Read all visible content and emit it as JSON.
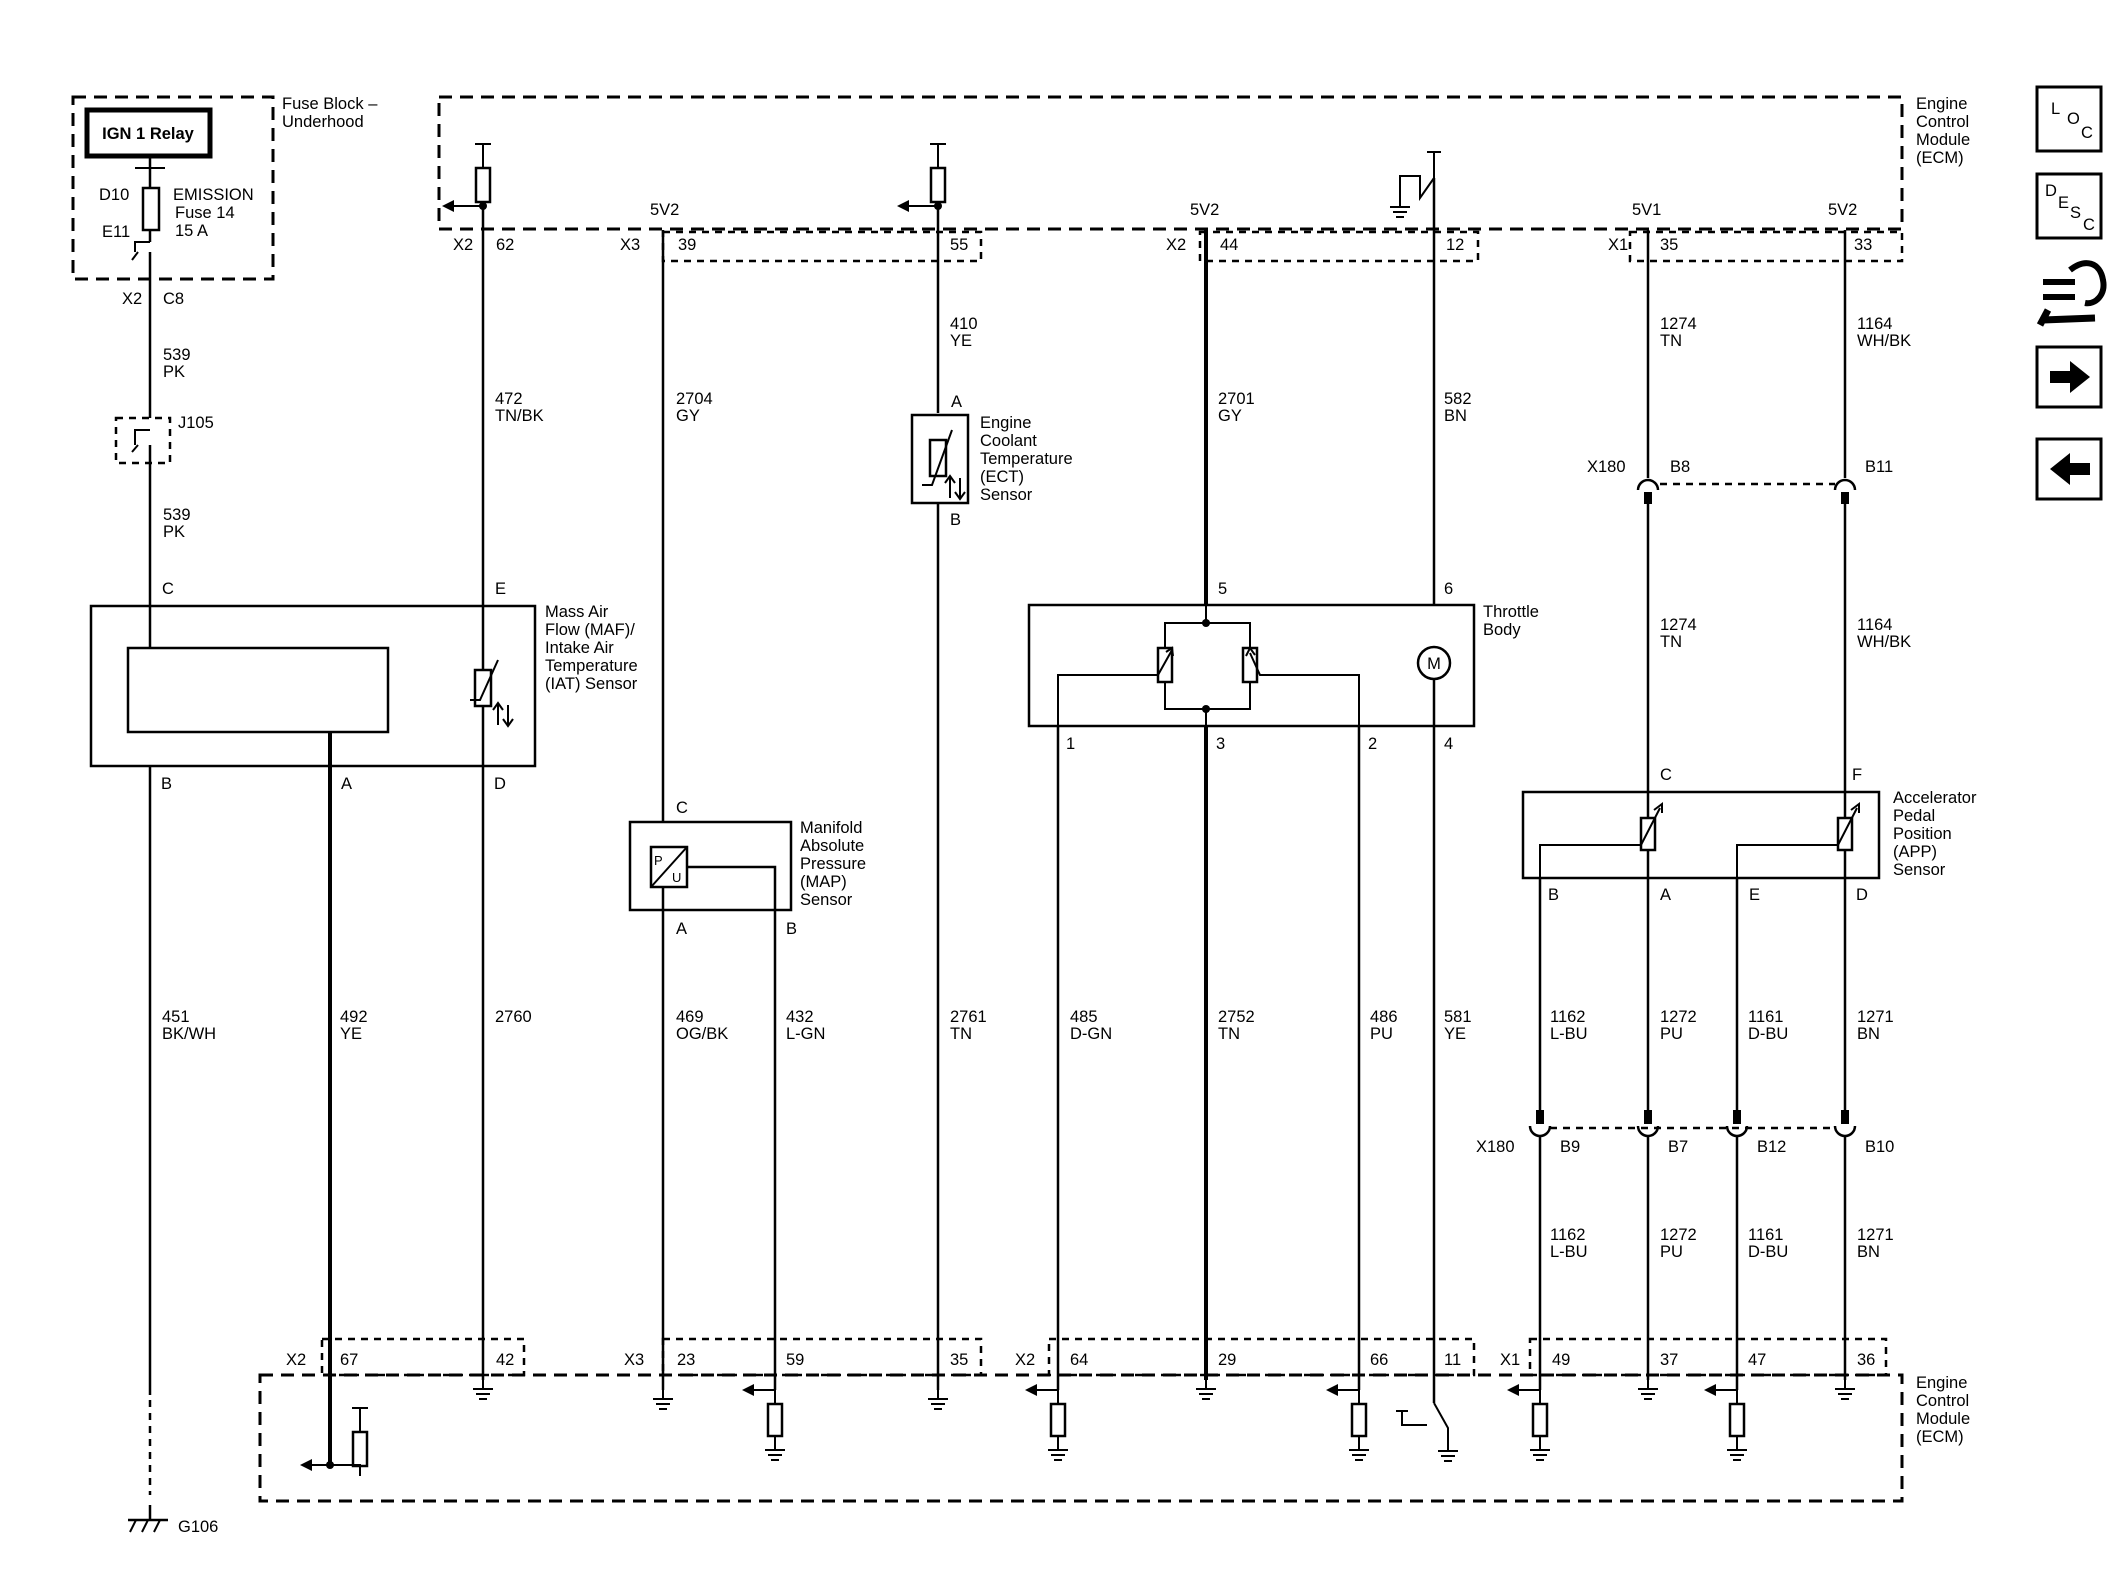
{
  "fuse_block": {
    "title": [
      "Fuse Block –",
      "Underhood"
    ],
    "relay": "IGN 1 Relay",
    "fuse_cavity_top": "D10",
    "fuse_cavity_bottom": "E11",
    "fuse_name": [
      "EMISSION",
      "Fuse 14",
      "15 A"
    ],
    "connector": "X2",
    "pin": "C8"
  },
  "ecm": {
    "title": [
      "Engine",
      "Control",
      "Module",
      "(ECM)"
    ],
    "top_connectors": {
      "x2": "X2",
      "pin62": "62",
      "x3": "X3",
      "pin39": "39",
      "pin55": "55",
      "x2b": "X2",
      "pin44": "44",
      "pin12": "12",
      "x1": "X1",
      "pin35": "35",
      "pin33": "33"
    },
    "references": {
      "r39": "5V2",
      "r44": "5V2",
      "r35": "5V1",
      "r33": "5V2"
    },
    "bottom_connectors": {
      "x2": "X2",
      "pin67": "67",
      "pin42": "42",
      "x3": "X3",
      "pin23": "23",
      "pin59": "59",
      "pin35": "35",
      "x2b": "X2",
      "pin64": "64",
      "pin29": "29",
      "pin66": "66",
      "pin11": "11",
      "x1": "X1",
      "pin49": "49",
      "pin37": "37",
      "pin47": "47",
      "pin36": "36"
    }
  },
  "wires": {
    "w539a": [
      "539",
      "PK"
    ],
    "w539b": [
      "539",
      "PK"
    ],
    "w472": [
      "472",
      "TN/BK"
    ],
    "w2704": [
      "2704",
      "GY"
    ],
    "w410": [
      "410",
      "YE"
    ],
    "w2701": [
      "2701",
      "GY"
    ],
    "w582": [
      "582",
      "BN"
    ],
    "w1274a": [
      "1274",
      "TN"
    ],
    "w1164a": [
      "1164",
      "WH/BK"
    ],
    "w1274b": [
      "1274",
      "TN"
    ],
    "w1164b": [
      "1164",
      "WH/BK"
    ],
    "w451": [
      "451",
      "BK/WH"
    ],
    "w492": [
      "492",
      "YE"
    ],
    "w2760": [
      "2760"
    ],
    "w469": [
      "469",
      "OG/BK"
    ],
    "w432": [
      "432",
      "L-GN"
    ],
    "w2761": [
      "2761",
      "TN"
    ],
    "w485": [
      "485",
      "D-GN"
    ],
    "w2752": [
      "2752",
      "TN"
    ],
    "w486": [
      "486",
      "PU"
    ],
    "w581": [
      "581",
      "YE"
    ],
    "w1162a": [
      "1162",
      "L-BU"
    ],
    "w1272a": [
      "1272",
      "PU"
    ],
    "w1161a": [
      "1161",
      "D-BU"
    ],
    "w1271a": [
      "1271",
      "BN"
    ],
    "w1162b": [
      "1162",
      "L-BU"
    ],
    "w1272b": [
      "1272",
      "PU"
    ],
    "w1161b": [
      "1161",
      "D-BU"
    ],
    "w1271b": [
      "1271",
      "BN"
    ]
  },
  "splice": {
    "name": "J105"
  },
  "ground": {
    "name": "G106"
  },
  "inline_connector": {
    "name_top": "X180",
    "b8": "B8",
    "b11": "B11",
    "name_bottom": "X180",
    "b9": "B9",
    "b7": "B7",
    "b12": "B12",
    "b10": "B10"
  },
  "maf_sensor": {
    "title": [
      "Mass Air",
      "Flow (MAF)/",
      "Intake Air",
      "Temperature",
      "(IAT) Sensor"
    ],
    "pins": {
      "c": "C",
      "e": "E",
      "b": "B",
      "a": "A",
      "d": "D"
    }
  },
  "ect_sensor": {
    "title": [
      "Engine",
      "Coolant",
      "Temperature",
      "(ECT)",
      "Sensor"
    ],
    "pins": {
      "a": "A",
      "b": "B"
    }
  },
  "map_sensor": {
    "title": [
      "Manifold",
      "Absolute",
      "Pressure",
      "(MAP)",
      "Sensor"
    ],
    "pins": {
      "c": "C",
      "a": "A",
      "b": "B"
    },
    "glyph": {
      "p": "P",
      "u": "U"
    }
  },
  "throttle_body": {
    "title": [
      "Throttle",
      "Body"
    ],
    "pins": {
      "p5": "5",
      "p6": "6",
      "p1": "1",
      "p3": "3",
      "p2": "2",
      "p4": "4"
    },
    "motor": "M"
  },
  "app_sensor": {
    "title": [
      "Accelerator",
      "Pedal",
      "Position",
      "(APP)",
      "Sensor"
    ],
    "pins": {
      "c": "C",
      "f": "F",
      "b": "B",
      "a": "A",
      "e": "E",
      "d": "D"
    }
  },
  "nav": {
    "loc": [
      "L",
      "O",
      "C"
    ],
    "desc": [
      "D",
      "E",
      "S",
      "C"
    ]
  }
}
